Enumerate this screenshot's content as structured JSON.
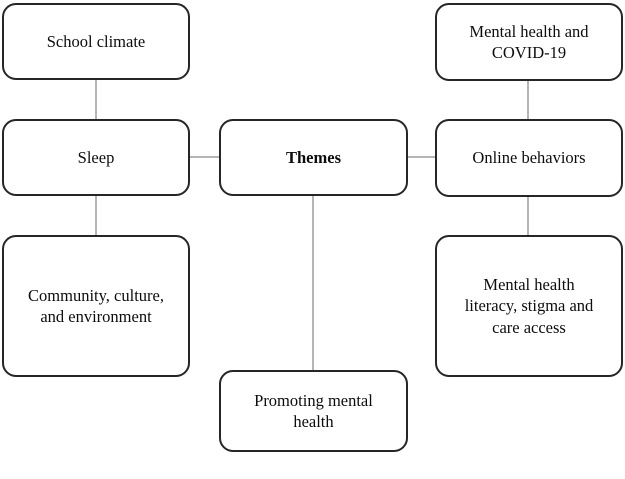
{
  "diagram": {
    "type": "mind-map",
    "title": "Themes",
    "central_node": {
      "id": "themes",
      "label": "Themes",
      "bold": true
    },
    "nodes": [
      {
        "id": "school-climate",
        "label": "School climate"
      },
      {
        "id": "sleep",
        "label": "Sleep"
      },
      {
        "id": "community-culture-environment",
        "label": "Community, culture,\nand environment"
      },
      {
        "id": "themes",
        "label": "Themes"
      },
      {
        "id": "promoting-mental-health",
        "label": "Promoting mental\nhealth"
      },
      {
        "id": "mental-health-covid",
        "label": "Mental health and\nCOVID-19"
      },
      {
        "id": "online-behaviors",
        "label": "Online behaviors"
      },
      {
        "id": "mental-health-literacy",
        "label": "Mental health\nliteracy, stigma and\ncare access"
      }
    ],
    "edges": [
      {
        "from": "school-climate",
        "to": "sleep"
      },
      {
        "from": "sleep",
        "to": "community-culture-environment"
      },
      {
        "from": "sleep",
        "to": "themes"
      },
      {
        "from": "themes",
        "to": "promoting-mental-health"
      },
      {
        "from": "themes",
        "to": "online-behaviors"
      },
      {
        "from": "mental-health-covid",
        "to": "online-behaviors"
      },
      {
        "from": "online-behaviors",
        "to": "mental-health-literacy"
      }
    ],
    "colors": {
      "box_border": "#262626",
      "box_fill": "#ffffff",
      "connector": "#b5b5b5",
      "text": "#0d0d0d",
      "background": "#ffffff"
    }
  }
}
